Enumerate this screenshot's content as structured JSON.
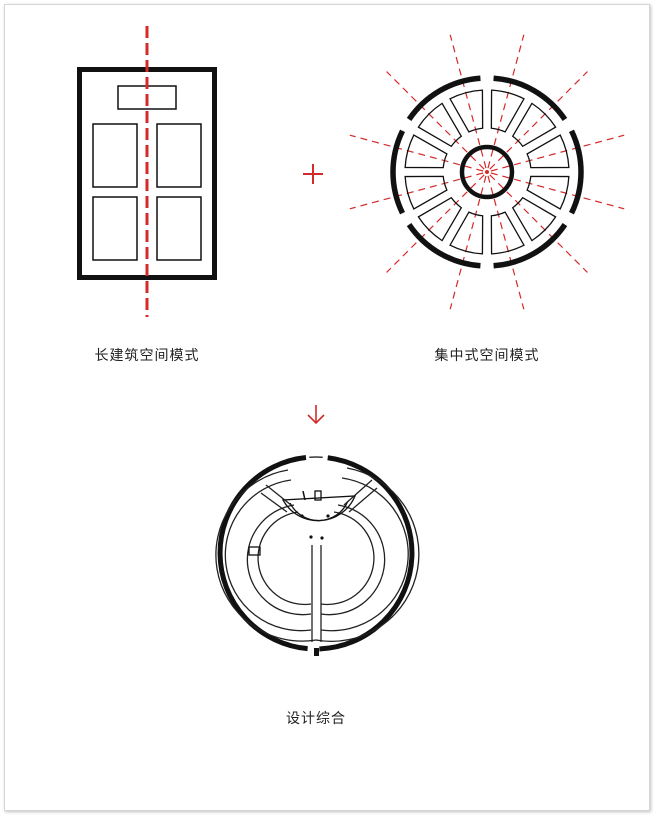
{
  "captions": {
    "linear_label": "长建筑空间模式",
    "central_label": "集中式空间模式",
    "combined_label": "设计综合"
  },
  "symbols": {
    "plus": "+",
    "arrow": "down-arrow-icon"
  },
  "colors": {
    "wall": "#111111",
    "axis": "#d42a2a",
    "symbol": "#d42a2a",
    "thin_line": "#222222"
  }
}
